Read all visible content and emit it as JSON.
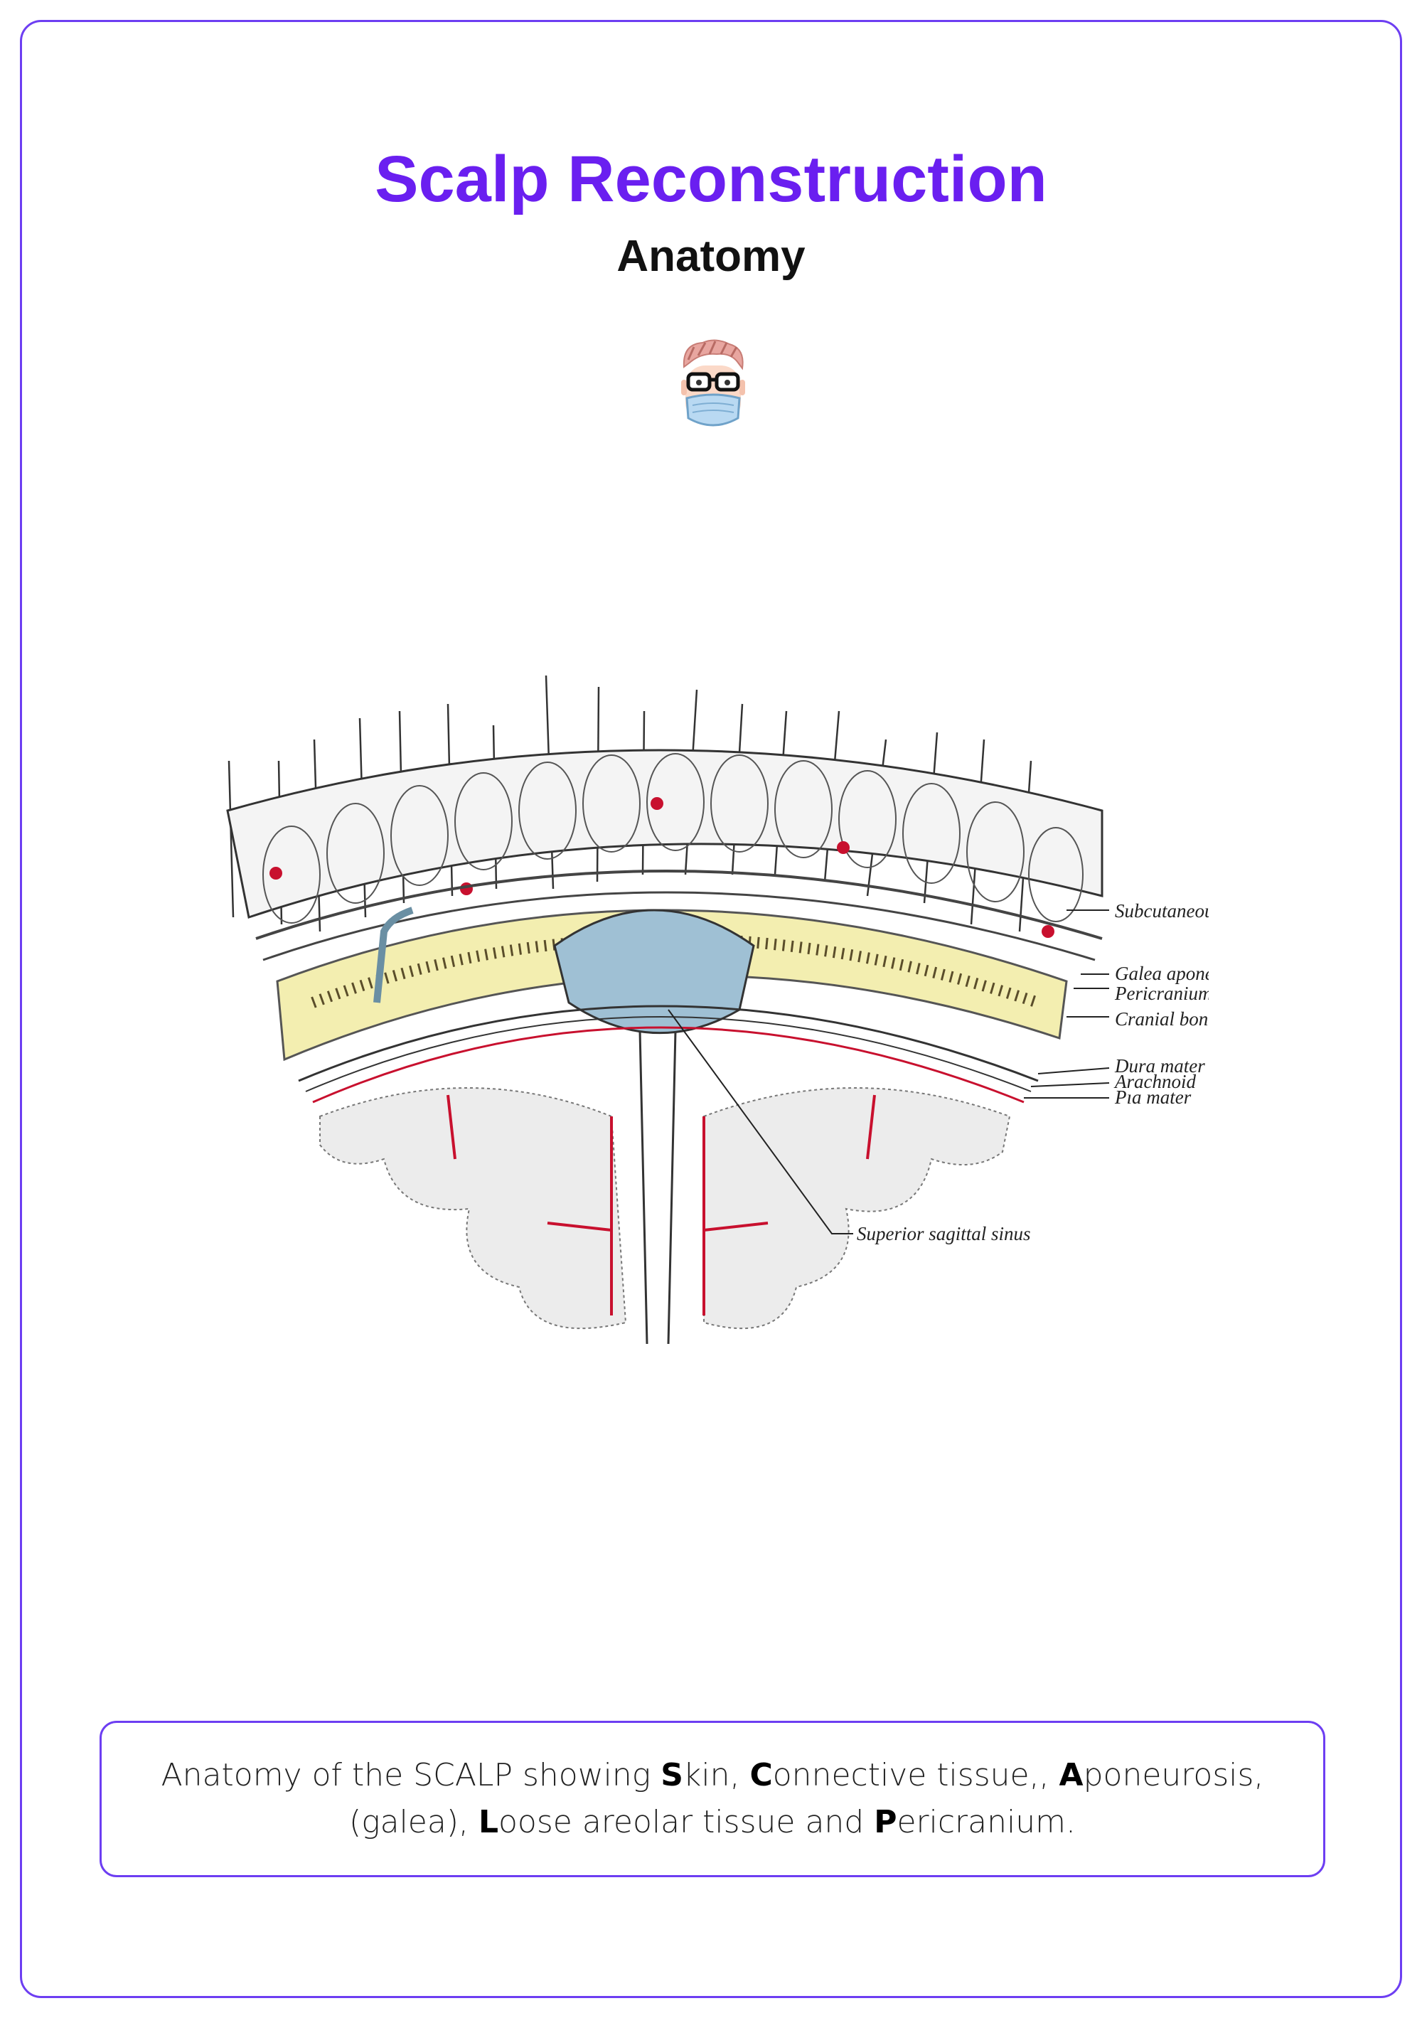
{
  "page": {
    "title": "Scalp Reconstruction",
    "subtitle": "Anatomy",
    "accent_color": "#6a1ff0",
    "border_color": "#6d3ef2"
  },
  "avatar": {
    "icon": "doctor-avatar-icon"
  },
  "diagram": {
    "labels": {
      "subcutaneous": "Subcutaneous tissue",
      "galea": "Galea aponeurotica",
      "pericranium": "Pericranium",
      "cranial_bone": "Cranial bone",
      "dura": "Dura mater",
      "arachnoid": "Arachnoid",
      "pia": "Pıa mater",
      "sinus": "Superior sagittal sinus"
    },
    "colors": {
      "bone": "#f3eeb0",
      "sinus": "#9fc0d4",
      "vessel": "#c8102e"
    }
  },
  "caption": {
    "parts": [
      {
        "text": "Anatomy of the SCALP showing ",
        "bold": false
      },
      {
        "text": "S",
        "bold": true
      },
      {
        "text": "kin, ",
        "bold": false
      },
      {
        "text": "C",
        "bold": true
      },
      {
        "text": "onnective tissue,, ",
        "bold": false
      },
      {
        "text": "A",
        "bold": true
      },
      {
        "text": "poneurosis, (galea), ",
        "bold": false
      },
      {
        "text": "L",
        "bold": true
      },
      {
        "text": "oose areolar tissue and ",
        "bold": false
      },
      {
        "text": "P",
        "bold": true
      },
      {
        "text": "ericranium.",
        "bold": false
      }
    ]
  }
}
